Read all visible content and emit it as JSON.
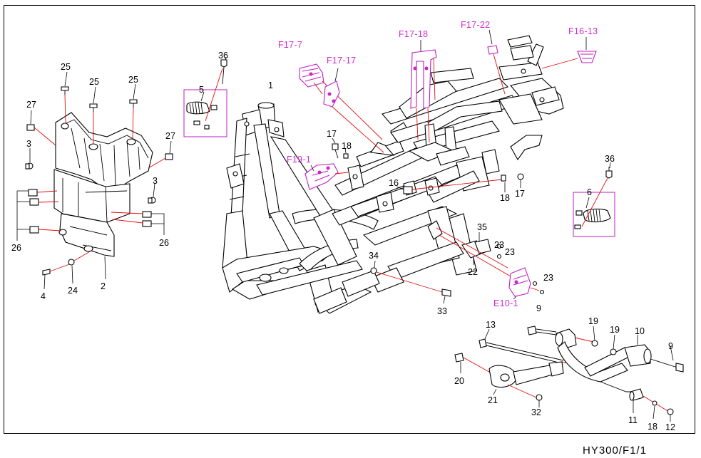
{
  "footer_code": "HY300/F1/1",
  "colors": {
    "callout_text": "#d02ad0",
    "leader_line": "#e01010",
    "drawing": "#000000",
    "background": "#ffffff"
  },
  "part_callouts": {
    "c1": "1",
    "c2": "2",
    "c3a": "3",
    "c3b": "3",
    "c4": "4",
    "c5": "5",
    "c6": "6",
    "c9a": "9",
    "c9b": "9",
    "c10": "10",
    "c11": "11",
    "c12": "12",
    "c13": "13",
    "c16": "16",
    "c17a": "17",
    "c17b": "17",
    "c18a": "18",
    "c18b": "18",
    "c18c": "18",
    "c19a": "19",
    "c19b": "19",
    "c20": "20",
    "c21": "21",
    "c22": "22",
    "c23a": "23",
    "c23b": "23",
    "c23c": "23",
    "c24": "24",
    "c25a": "25",
    "c25b": "25",
    "c25c": "25",
    "c26a": "26",
    "c26b": "26",
    "c27a": "27",
    "c27b": "27",
    "c32": "32",
    "c33": "33",
    "c34": "34",
    "c35": "35",
    "c36a": "36",
    "c36b": "36"
  },
  "reference_callouts": {
    "f17_7": "F17-7",
    "f17_17": "F17-17",
    "f17_18": "F17-18",
    "f17_22": "F17-22",
    "f16_13": "F16-13",
    "f19_1": "F19-1",
    "e10_1": "E10-1"
  }
}
